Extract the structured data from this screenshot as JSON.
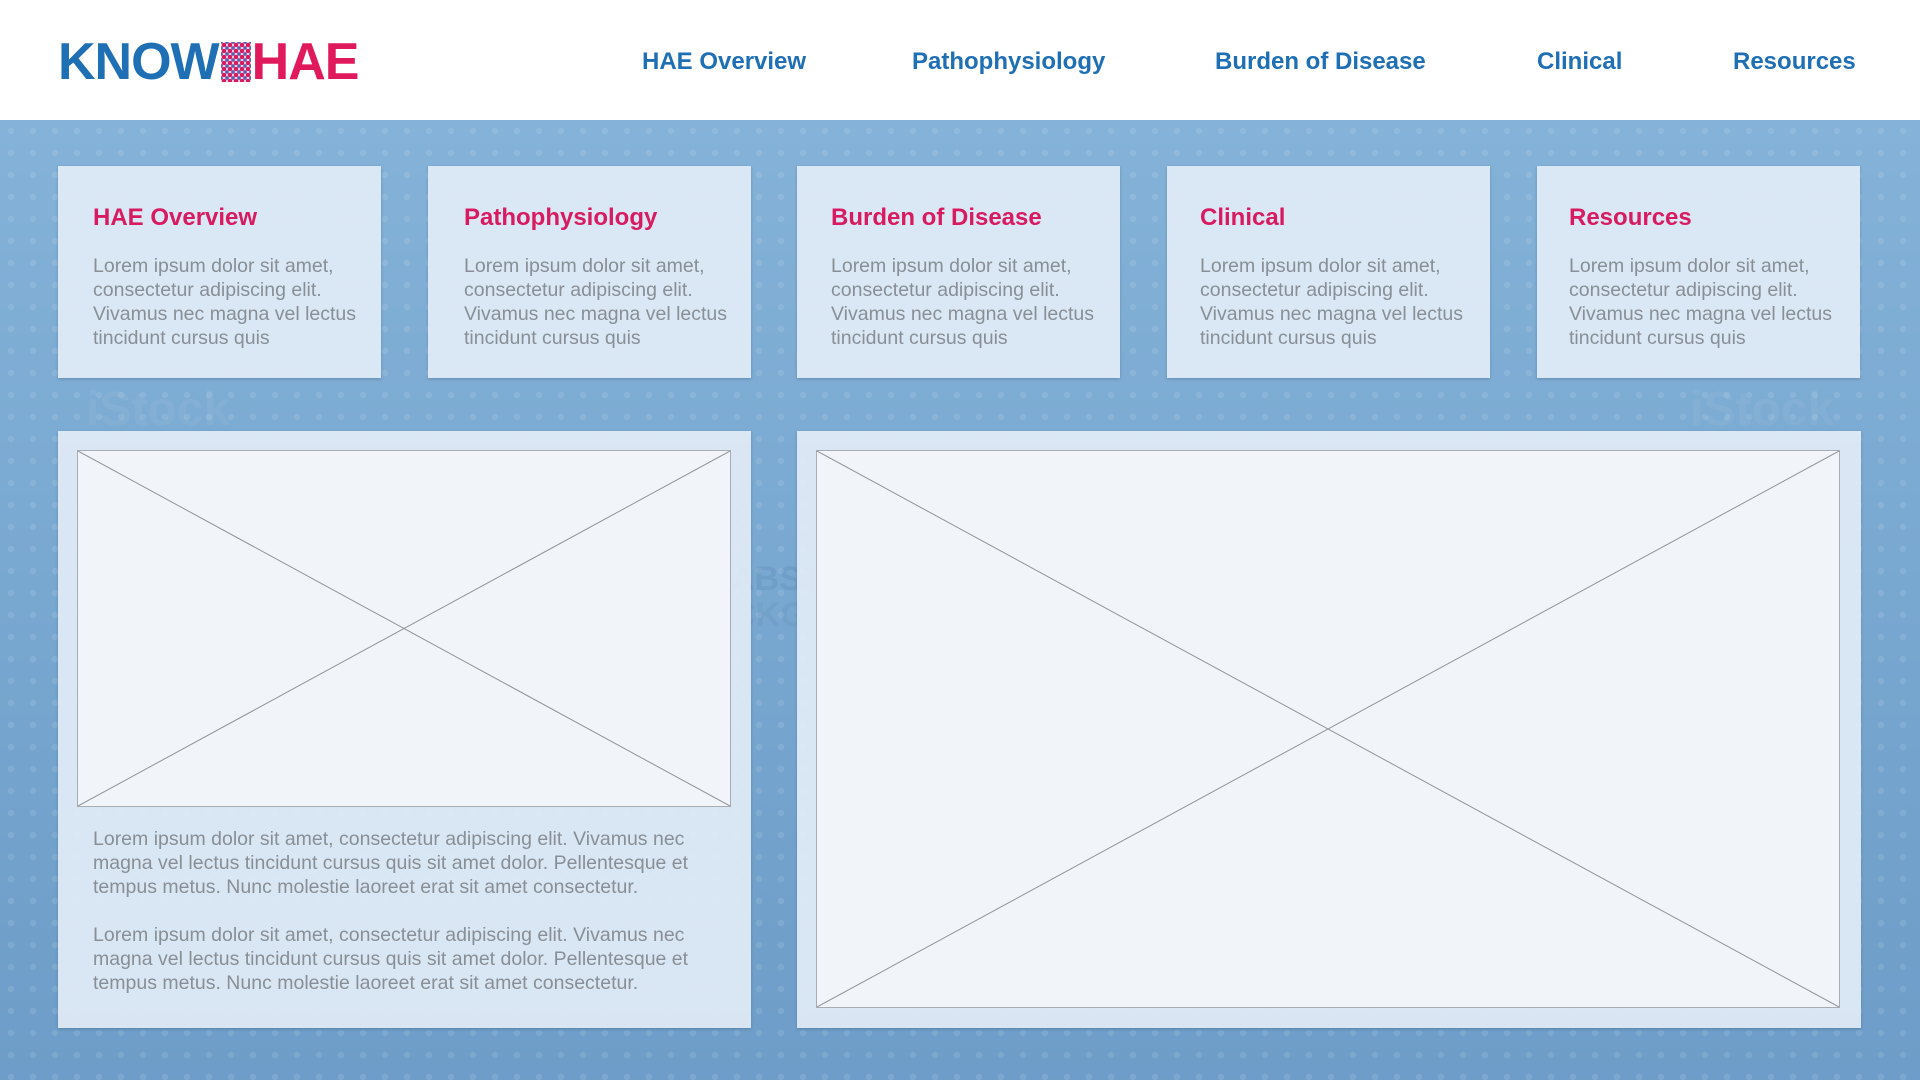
{
  "header": {
    "logo": {
      "know": "KNOW",
      "hae": "HAE",
      "dots_icon": "pixel-dots-icon",
      "colors": {
        "know": "#1f6fb5",
        "hae": "#e0195c"
      }
    },
    "nav": [
      {
        "label": "HAE Overview"
      },
      {
        "label": "Pathophysiology"
      },
      {
        "label": "Burden of Disease"
      },
      {
        "label": "Clinical"
      },
      {
        "label": "Resources"
      }
    ]
  },
  "cards": [
    {
      "title": "HAE Overview",
      "text": "Lorem ipsum dolor sit amet, consectetur adipiscing elit. Vivamus nec magna vel lectus tincidunt cursus quis"
    },
    {
      "title": "Pathophysiology",
      "text": "Lorem ipsum dolor sit amet, consectetur adipiscing elit. Vivamus nec magna vel lectus tincidunt cursus quis"
    },
    {
      "title": "Burden of Disease",
      "text": "Lorem ipsum dolor sit amet, consectetur adipiscing elit. Vivamus nec magna vel lectus tincidunt cursus quis"
    },
    {
      "title": "Clinical",
      "text": "Lorem ipsum dolor sit amet, consectetur adipiscing elit. Vivamus nec magna vel lectus tincidunt cursus quis"
    },
    {
      "title": "Resources",
      "text": "Lorem ipsum dolor sit amet, consectetur adipiscing elit. Vivamus nec magna vel lectus tincidunt cursus quis"
    }
  ],
  "left_panel": {
    "image_icon": "image-placeholder-icon",
    "paragraphs": [
      "Lorem ipsum dolor sit amet, consectetur adipiscing elit. Vivamus nec magna vel lectus tincidunt cursus quis sit amet dolor. Pellentesque et tempus metus. Nunc molestie laoreet erat sit amet consectetur.",
      "Lorem ipsum dolor sit amet, consectetur adipiscing elit. Vivamus nec magna vel lectus tincidunt cursus quis sit amet dolor. Pellentesque et tempus metus. Nunc molestie laoreet erat sit amet consectetur."
    ]
  },
  "right_panel": {
    "image_icon": "image-placeholder-icon"
  },
  "background": {
    "watermark_line1": "ABSTRACT",
    "watermark_line2": "BACKGROUND",
    "watermark_brand": "iStock"
  },
  "colors": {
    "nav_blue": "#1f6fb5",
    "card_title_pink": "#d81b60",
    "body_text_gray": "#888f96",
    "background_blue": "#7aa9d2"
  }
}
